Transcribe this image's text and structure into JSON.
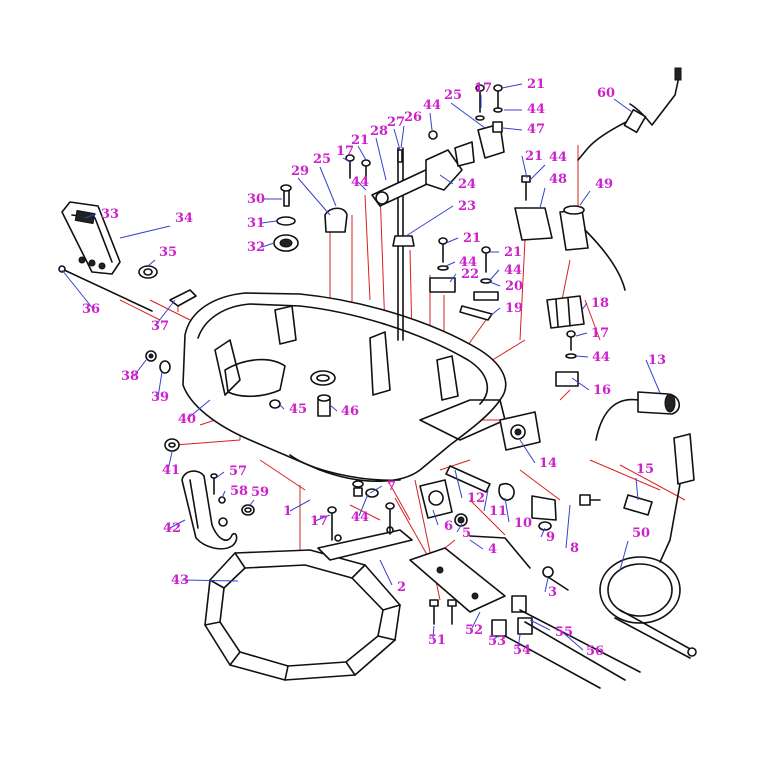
{
  "colors": {
    "label": "#cc22cc",
    "leader": "#3344cc",
    "guide": "#d92020",
    "line": "#111111",
    "background": "#ffffff"
  },
  "callouts": [
    "1",
    "2",
    "3",
    "4",
    "5",
    "6",
    "7",
    "8",
    "9",
    "10",
    "11",
    "12",
    "13",
    "14",
    "15",
    "16",
    "17",
    "18",
    "19",
    "20",
    "21",
    "22",
    "23",
    "24",
    "25",
    "26",
    "27",
    "28",
    "29",
    "30",
    "31",
    "32",
    "33",
    "34",
    "35",
    "36",
    "37",
    "38",
    "39",
    "40",
    "41",
    "42",
    "43",
    "44",
    "45",
    "46",
    "47",
    "48",
    "49",
    "50",
    "51",
    "52",
    "53",
    "54",
    "55",
    "56",
    "57",
    "58",
    "59",
    "60"
  ]
}
